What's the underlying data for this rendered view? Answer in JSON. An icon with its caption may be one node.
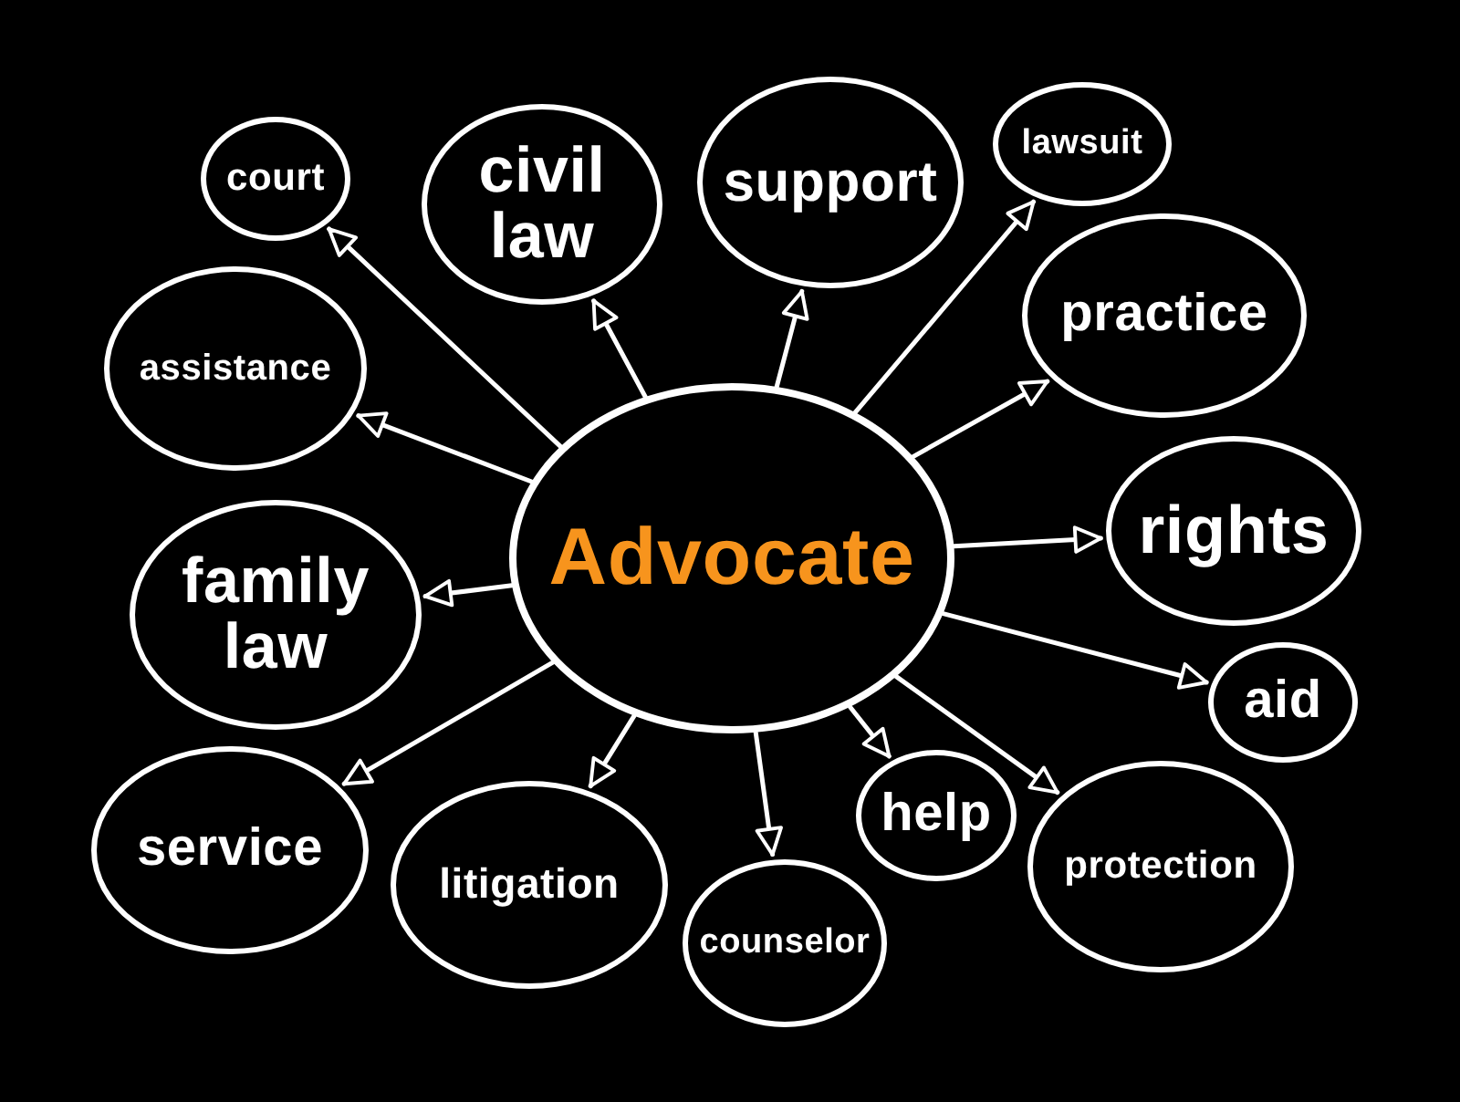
{
  "diagram": {
    "nodes": [
      {
        "text": [
          "Advocate"
        ]
      },
      {
        "text": [
          "court"
        ]
      },
      {
        "text": [
          "civil law"
        ]
      },
      {
        "text": [
          "support"
        ]
      },
      {
        "text": [
          "lawsuit"
        ]
      },
      {
        "text": [
          "practice"
        ]
      },
      {
        "text": [
          "assistance"
        ]
      },
      {
        "text": [
          "rights"
        ]
      },
      {
        "text": [
          "family law"
        ]
      },
      {
        "text": [
          "aid"
        ]
      },
      {
        "text": [
          "help"
        ]
      },
      {
        "text": [
          "service"
        ]
      },
      {
        "text": [
          "litigation"
        ]
      },
      {
        "text": [
          "protection"
        ]
      },
      {
        "text": [
          "counselor"
        ]
      }
    ],
    "edges": [
      {
        "from": 0,
        "to": 1,
        "arrow": "to"
      },
      {
        "from": 0,
        "to": 2,
        "arrow": "to"
      },
      {
        "from": 0,
        "to": 3,
        "arrow": "to"
      },
      {
        "from": 0,
        "to": 4,
        "arrow": "to"
      },
      {
        "from": 0,
        "to": 5,
        "arrow": "to"
      },
      {
        "from": 0,
        "to": 6,
        "arrow": "to"
      },
      {
        "from": 0,
        "to": 7,
        "arrow": "to"
      },
      {
        "from": 0,
        "to": 8,
        "arrow": "to"
      },
      {
        "from": 0,
        "to": 9,
        "arrow": "to"
      },
      {
        "from": 0,
        "to": 10,
        "arrow": "to"
      },
      {
        "from": 0,
        "to": 11,
        "arrow": "to"
      },
      {
        "from": 0,
        "to": 12,
        "arrow": "to"
      },
      {
        "from": 0,
        "to": 13,
        "arrow": "to"
      },
      {
        "from": 0,
        "to": 14,
        "arrow": "to"
      }
    ]
  }
}
